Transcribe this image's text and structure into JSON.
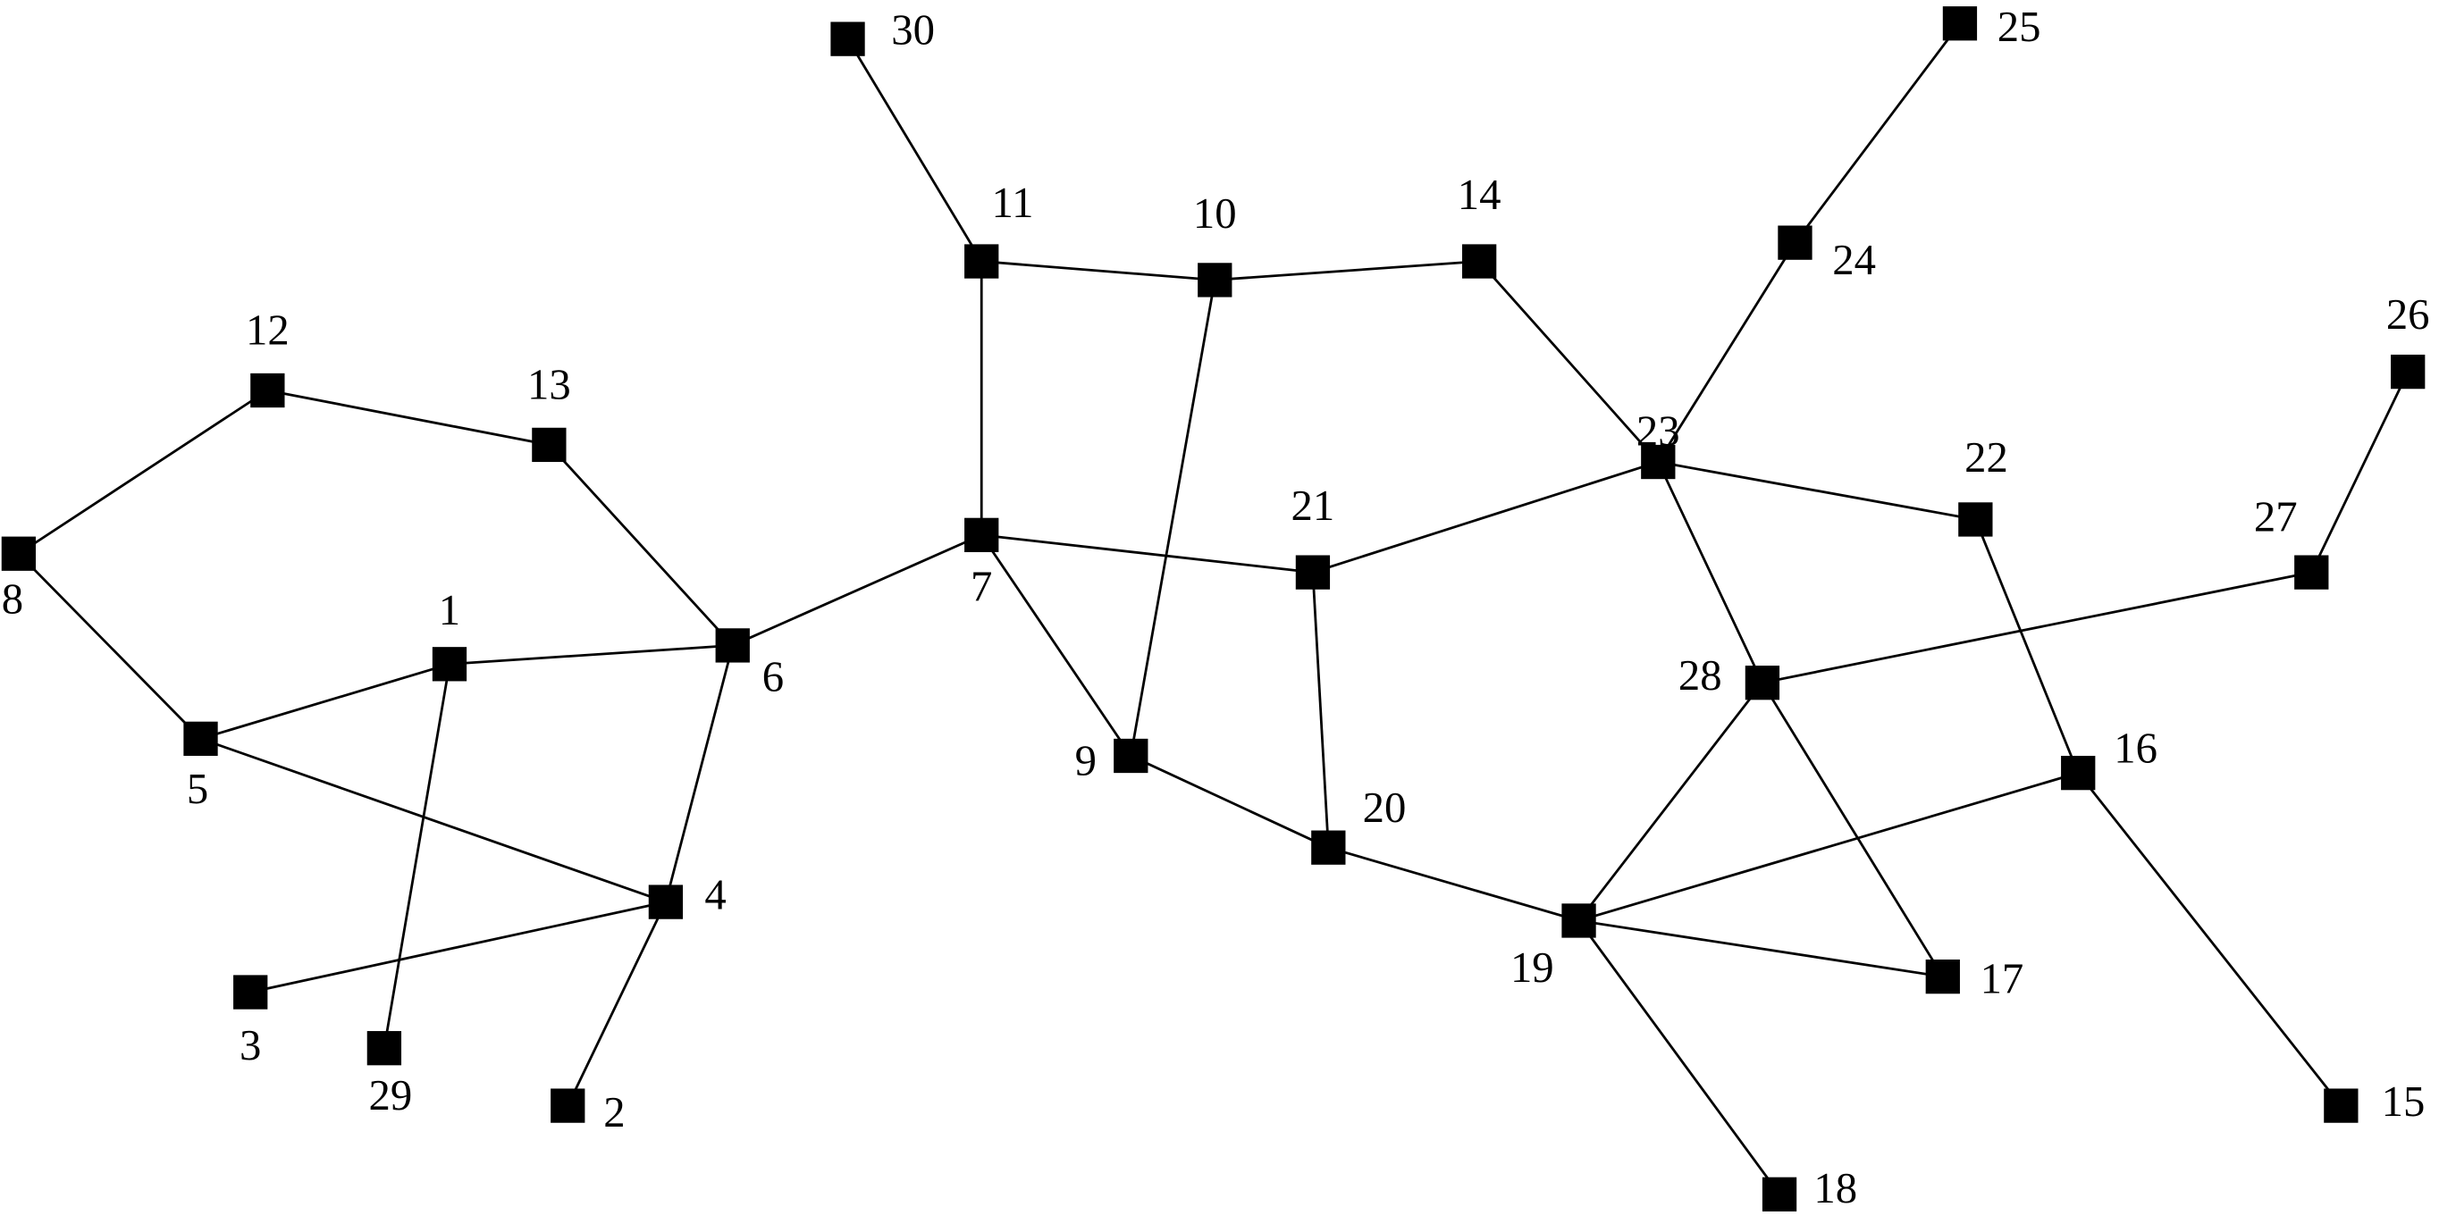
{
  "graph": {
    "node_color": "#000000",
    "edge_color": "#000000",
    "nodes": [
      "1",
      "2",
      "3",
      "4",
      "5",
      "6",
      "7",
      "8",
      "9",
      "10",
      "11",
      "12",
      "13",
      "14",
      "15",
      "16",
      "17",
      "18",
      "19",
      "20",
      "21",
      "22",
      "23",
      "24",
      "25",
      "26",
      "27",
      "28",
      "29",
      "30"
    ],
    "edges": [
      [
        "30",
        "11"
      ],
      [
        "11",
        "10"
      ],
      [
        "10",
        "14"
      ],
      [
        "11",
        "7"
      ],
      [
        "10",
        "9"
      ],
      [
        "14",
        "23"
      ],
      [
        "24",
        "25"
      ],
      [
        "23",
        "24"
      ],
      [
        "23",
        "22"
      ],
      [
        "23",
        "21"
      ],
      [
        "23",
        "28"
      ],
      [
        "7",
        "21"
      ],
      [
        "7",
        "9"
      ],
      [
        "7",
        "6"
      ],
      [
        "21",
        "20"
      ],
      [
        "9",
        "20"
      ],
      [
        "20",
        "19"
      ],
      [
        "19",
        "28"
      ],
      [
        "19",
        "16"
      ],
      [
        "19",
        "17"
      ],
      [
        "19",
        "18"
      ],
      [
        "28",
        "17"
      ],
      [
        "28",
        "27"
      ],
      [
        "27",
        "26"
      ],
      [
        "22",
        "16"
      ],
      [
        "16",
        "15"
      ],
      [
        "12",
        "8"
      ],
      [
        "12",
        "13"
      ],
      [
        "13",
        "6"
      ],
      [
        "8",
        "5"
      ],
      [
        "5",
        "1"
      ],
      [
        "1",
        "6"
      ],
      [
        "5",
        "4"
      ],
      [
        "6",
        "4"
      ],
      [
        "4",
        "3"
      ],
      [
        "4",
        "2"
      ],
      [
        "1",
        "29"
      ]
    ]
  }
}
